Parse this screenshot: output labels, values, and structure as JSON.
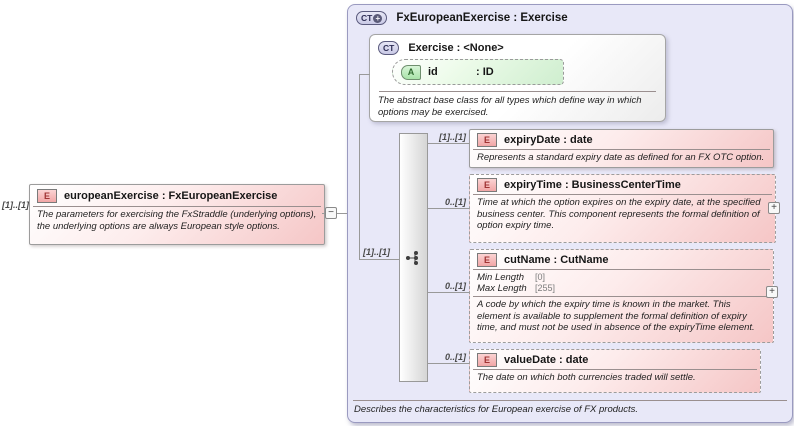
{
  "source": {
    "cardinality": "[1]..[1]",
    "badge": "E",
    "title": "europeanExercise : FxEuropeanExercise",
    "annotation": "The parameters for exercising the FxStraddle (underlying options), the underlying options are always European style options."
  },
  "connector": {
    "collapse_glyph": "−"
  },
  "complex_type": {
    "badge": "CT",
    "badge_plus": "+",
    "title": "FxEuropeanExercise : Exercise",
    "footer": "Describes the characteristics for European exercise of FX products.",
    "base": {
      "badge": "CT",
      "title": "Exercise : <None>",
      "attr_badge": "A",
      "attr_name": "id",
      "attr_type": ": ID",
      "annotation": "The abstract base class for all types which define way in which options may be exercised."
    },
    "sequence": {
      "cardinality": "[1]..[1]"
    },
    "expand_glyph": "+",
    "children": [
      {
        "badge": "E",
        "cardinality": "[1]..[1]",
        "title": "expiryDate : date",
        "annotation": "Represents a standard expiry date as defined for an FX OTC option."
      },
      {
        "badge": "E",
        "cardinality": "0..[1]",
        "title": "expiryTime : BusinessCenterTime",
        "annotation": "Time at which the option expires on the expiry date, at the specified business center. This component represents the formal definition of option expiry time."
      },
      {
        "badge": "E",
        "cardinality": "0..[1]",
        "title": "cutName : CutName",
        "facets": {
          "min_label": "Min Length",
          "min_value": "[0]",
          "max_label": "Max Length",
          "max_value": "[255]"
        },
        "annotation": "A code by which the expiry time is known in the market. This element is available to supplement the formal definition of expiry time, and must not be used in absence of the expiryTime element."
      },
      {
        "badge": "E",
        "cardinality": "0..[1]",
        "title": "valueDate : date",
        "annotation": "The date on which both currencies traded will settle."
      }
    ]
  },
  "colors": {
    "container_fill": "#e8e8f8",
    "element_pink": "#f5c6c6",
    "attribute_green": "#cfeecf",
    "border_gray": "#999999"
  }
}
